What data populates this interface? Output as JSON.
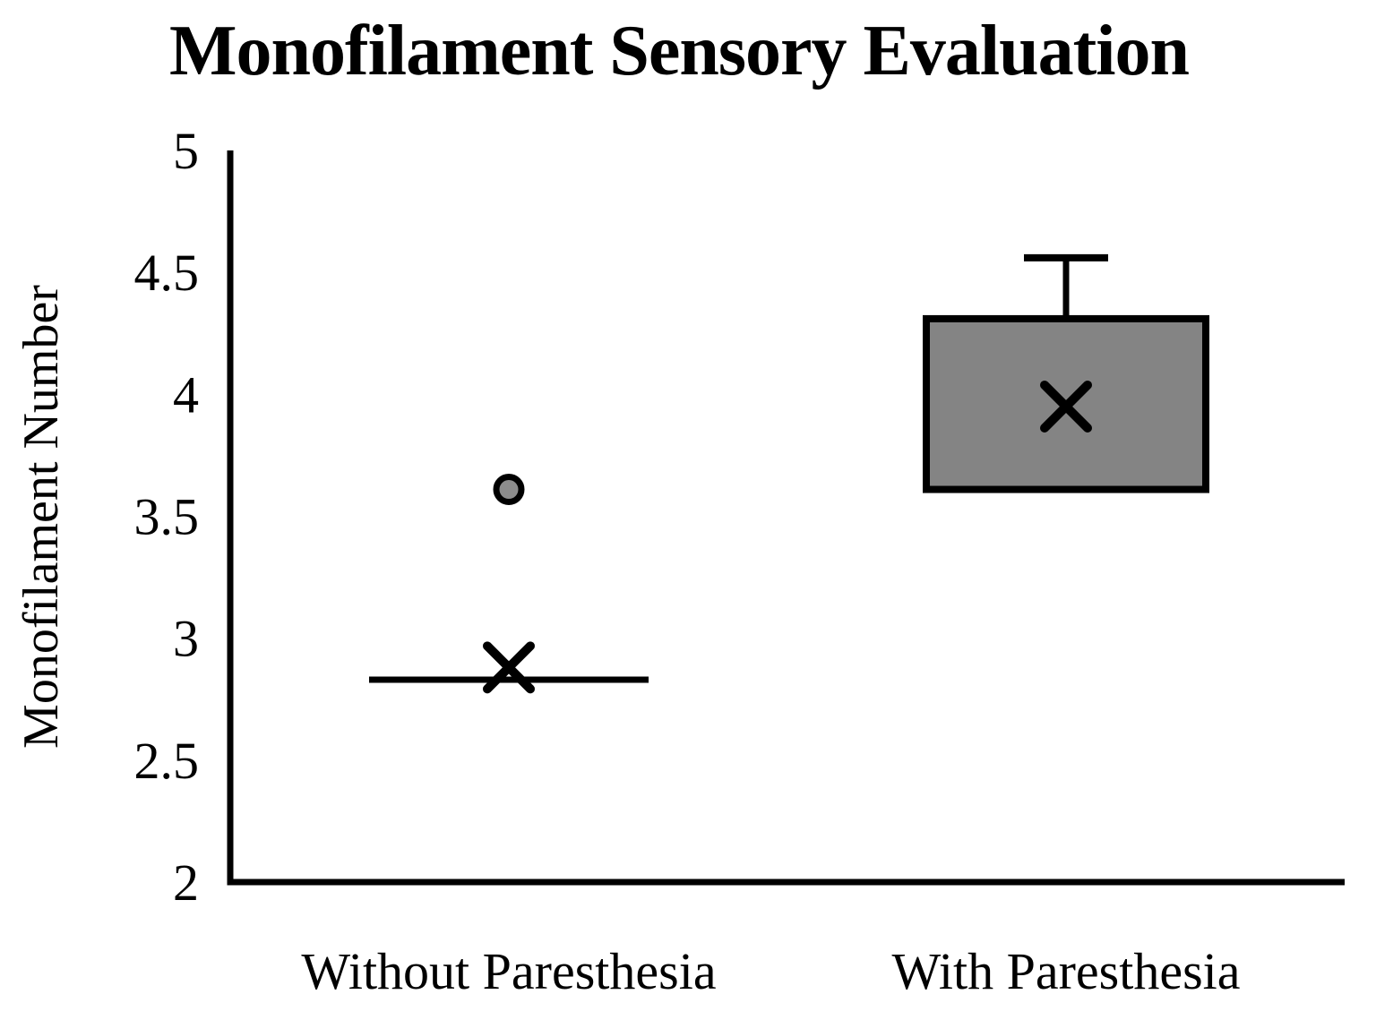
{
  "figure": {
    "title": "Monofilament Sensory Evaluation",
    "ylabel": "Monofilament Number"
  },
  "chart_data": {
    "type": "box",
    "title": "Monofilament Sensory Evaluation",
    "xlabel": "",
    "ylabel": "Monofilament Number",
    "ylim": [
      2,
      5
    ],
    "yticks": [
      2,
      2.5,
      3,
      3.5,
      4,
      4.5,
      5
    ],
    "grid": false,
    "legend": false,
    "categories": [
      "Without Paresthesia",
      "With Paresthesia"
    ],
    "series": [
      {
        "category": "Without Paresthesia",
        "min": 2.83,
        "q1": 2.83,
        "median": 2.83,
        "q3": 2.83,
        "max": 2.83,
        "mean": 2.88,
        "outliers": [
          3.61
        ]
      },
      {
        "category": "With Paresthesia",
        "min": 3.61,
        "q1": 3.61,
        "median": 3.61,
        "q3": 4.31,
        "max": 4.56,
        "mean": 3.95,
        "outliers": []
      }
    ],
    "colors": {
      "box_fill": "#848484",
      "stroke": "#000000",
      "outlier_fill": "#8c8c8c"
    }
  }
}
